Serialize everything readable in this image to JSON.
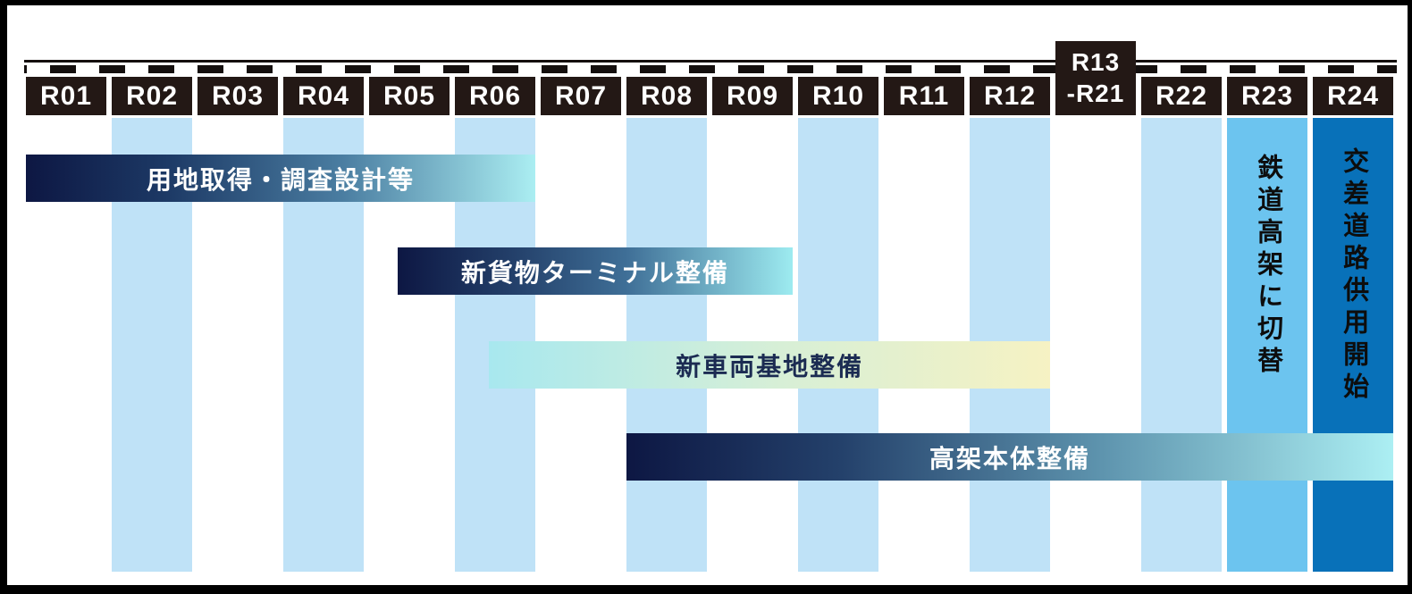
{
  "colors": {
    "frame_border": "#000000",
    "label_box": "#231815",
    "stripe_light": "#bfe2f7",
    "stripe_medium": "#6cc4ef",
    "stripe_dark": "#0871b9",
    "track": "#140f0e",
    "bar_text_light": "#ffffff",
    "bar_text_dark": "#1b2b52"
  },
  "timeline": {
    "columns": [
      {
        "label": "R01",
        "stripe": "none"
      },
      {
        "label": "R02",
        "stripe": "light"
      },
      {
        "label": "R03",
        "stripe": "none"
      },
      {
        "label": "R04",
        "stripe": "light"
      },
      {
        "label": "R05",
        "stripe": "none"
      },
      {
        "label": "R06",
        "stripe": "light"
      },
      {
        "label": "R07",
        "stripe": "none"
      },
      {
        "label": "R08",
        "stripe": "light"
      },
      {
        "label": "R09",
        "stripe": "none"
      },
      {
        "label": "R10",
        "stripe": "light"
      },
      {
        "label": "R11",
        "stripe": "none"
      },
      {
        "label": "R12",
        "stripe": "light"
      },
      {
        "label": "R13-R21",
        "lines": [
          "R13",
          "-R21"
        ],
        "tall": true,
        "stripe": "none"
      },
      {
        "label": "R22",
        "stripe": "light"
      },
      {
        "label": "R23",
        "stripe": "medium"
      },
      {
        "label": "R24",
        "stripe": "dark"
      }
    ]
  },
  "chart_data": {
    "type": "gantt",
    "title": "",
    "xlabel": "",
    "ylabel": "",
    "x_categories": [
      "R01",
      "R02",
      "R03",
      "R04",
      "R05",
      "R06",
      "R07",
      "R08",
      "R09",
      "R10",
      "R11",
      "R12",
      "R13-R21",
      "R22",
      "R23",
      "R24"
    ],
    "axis_decoration": "railway-track dashed line above year labels",
    "tasks": [
      {
        "name": "用地取得・調査設計等",
        "start": "R01",
        "end": "R06",
        "start_col": 0.0,
        "end_col": 6.0,
        "row": 0,
        "gradient": [
          "#0d1743 0%",
          "#1d3a66 28%",
          "#4a7da1 62%",
          "#abeef2 100%"
        ],
        "text_color": "#ffffff"
      },
      {
        "name": "新貨物ターミナル整備",
        "start": "R05",
        "end": "R09",
        "start_col": 4.33,
        "end_col": 9.0,
        "row": 1,
        "gradient": [
          "#0d1743 0%",
          "#24416b 30%",
          "#3f6f97 58%",
          "#9debf0 100%"
        ],
        "text_color": "#ffffff"
      },
      {
        "name": "新車両基地整備",
        "start": "R06",
        "end": "R12",
        "start_col": 5.4,
        "end_col": 12.0,
        "row": 2,
        "gradient": [
          "#a8e8ef 0%",
          "#d7efd6 52%",
          "#f6f2c3 100%"
        ],
        "text_color": "#1b2b52"
      },
      {
        "name": "高架本体整備",
        "start": "R08",
        "end": "R24",
        "start_col": 7.0,
        "end_col": 16.0,
        "row": 3,
        "gradient": [
          "#0d1743 0%",
          "#24416b 28%",
          "#5e94ae 62%",
          "#aceff3 100%"
        ],
        "text_color": "#ffffff"
      }
    ],
    "milestones": [
      {
        "year": "R23",
        "label": "鉄道高架に切替"
      },
      {
        "year": "R24",
        "label": "交差道路供用開始"
      }
    ]
  }
}
